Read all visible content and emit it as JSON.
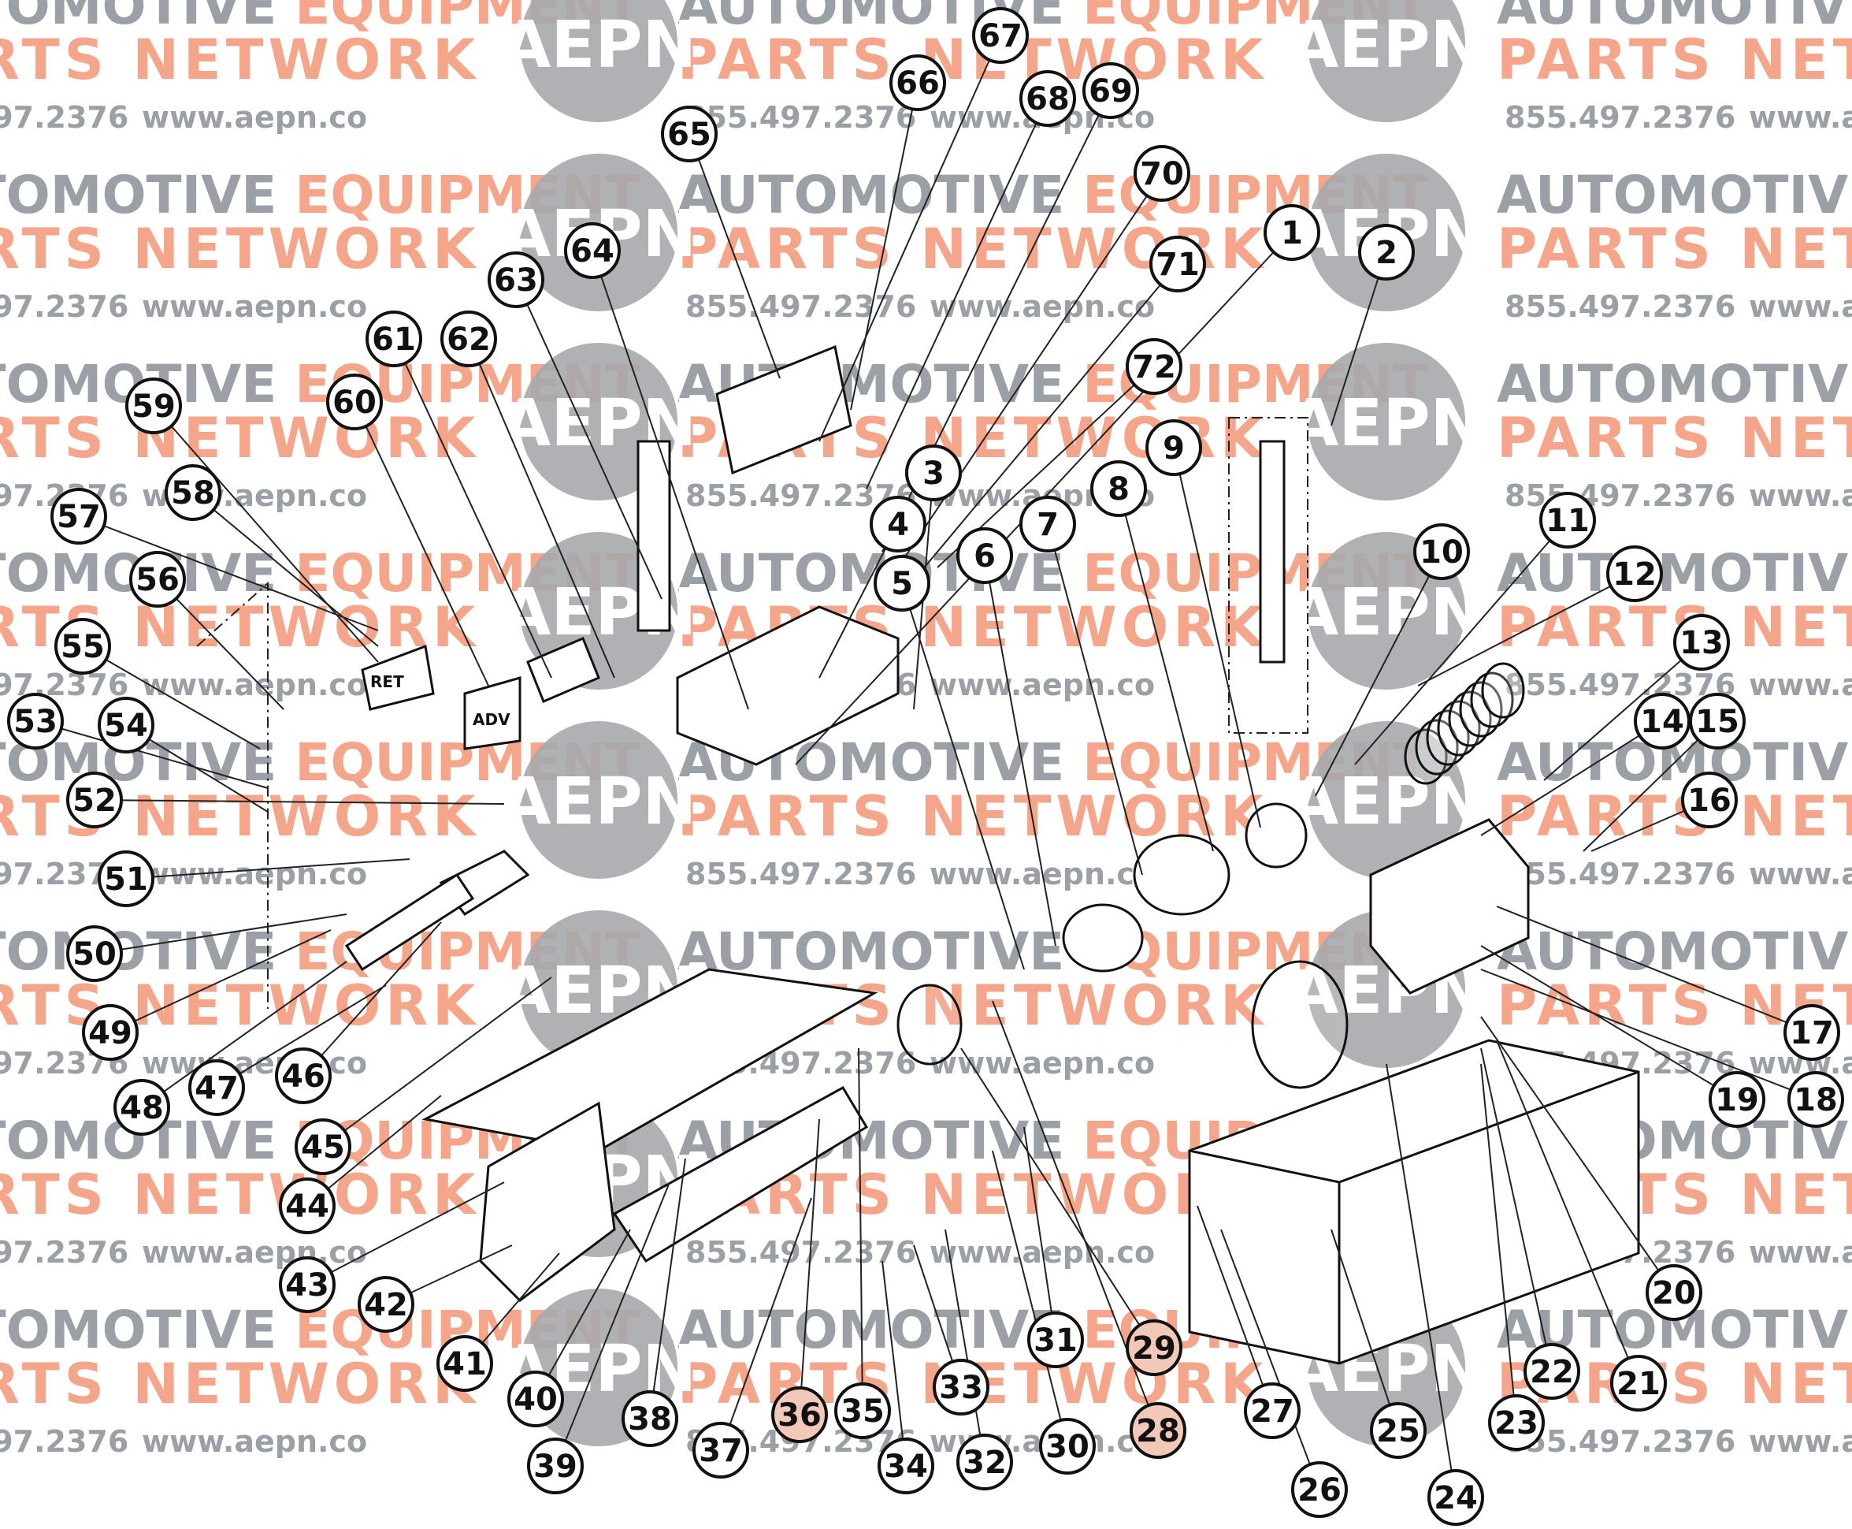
{
  "watermark": {
    "line1": "AUTOMOTIVE EQUIPMENT",
    "line2": "PARTS NETWORK",
    "logo_text": "AEPN",
    "phone": "855.497.2376",
    "website": "www.aepn.co",
    "colors": {
      "gray": "#9aa0a6",
      "salmon": "#f4a58a",
      "logo_fill": "#a7a9ac"
    }
  },
  "callouts": [
    {
      "id": "1",
      "label": "1"
    },
    {
      "id": "2",
      "label": "2"
    },
    {
      "id": "3",
      "label": "3"
    },
    {
      "id": "4",
      "label": "4"
    },
    {
      "id": "5",
      "label": "5"
    },
    {
      "id": "6",
      "label": "6"
    },
    {
      "id": "7",
      "label": "7"
    },
    {
      "id": "8",
      "label": "8"
    },
    {
      "id": "9",
      "label": "9"
    },
    {
      "id": "10",
      "label": "10"
    },
    {
      "id": "11",
      "label": "11"
    },
    {
      "id": "12",
      "label": "12"
    },
    {
      "id": "13",
      "label": "13"
    },
    {
      "id": "14",
      "label": "14"
    },
    {
      "id": "15",
      "label": "15"
    },
    {
      "id": "16",
      "label": "16"
    },
    {
      "id": "17",
      "label": "17"
    },
    {
      "id": "18",
      "label": "18"
    },
    {
      "id": "19",
      "label": "19"
    },
    {
      "id": "20",
      "label": "20"
    },
    {
      "id": "21",
      "label": "21"
    },
    {
      "id": "22",
      "label": "22"
    },
    {
      "id": "23",
      "label": "23"
    },
    {
      "id": "24",
      "label": "24"
    },
    {
      "id": "25",
      "label": "25"
    },
    {
      "id": "26",
      "label": "26"
    },
    {
      "id": "27",
      "label": "27"
    },
    {
      "id": "28",
      "label": "28"
    },
    {
      "id": "29",
      "label": "29"
    },
    {
      "id": "30",
      "label": "30"
    },
    {
      "id": "31",
      "label": "31"
    },
    {
      "id": "32",
      "label": "32"
    },
    {
      "id": "33",
      "label": "33"
    },
    {
      "id": "34",
      "label": "34"
    },
    {
      "id": "35",
      "label": "35"
    },
    {
      "id": "36",
      "label": "36"
    },
    {
      "id": "37",
      "label": "37"
    },
    {
      "id": "38",
      "label": "38"
    },
    {
      "id": "39",
      "label": "39"
    },
    {
      "id": "40",
      "label": "40"
    },
    {
      "id": "41",
      "label": "41"
    },
    {
      "id": "42",
      "label": "42"
    },
    {
      "id": "43",
      "label": "43"
    },
    {
      "id": "44",
      "label": "44"
    },
    {
      "id": "45",
      "label": "45"
    },
    {
      "id": "46",
      "label": "46"
    },
    {
      "id": "47",
      "label": "47"
    },
    {
      "id": "48",
      "label": "48"
    },
    {
      "id": "49",
      "label": "49"
    },
    {
      "id": "50",
      "label": "50"
    },
    {
      "id": "51",
      "label": "51"
    },
    {
      "id": "52",
      "label": "52"
    },
    {
      "id": "53",
      "label": "53"
    },
    {
      "id": "54",
      "label": "54"
    },
    {
      "id": "55",
      "label": "55"
    },
    {
      "id": "56",
      "label": "56"
    },
    {
      "id": "57",
      "label": "57"
    },
    {
      "id": "58",
      "label": "58"
    },
    {
      "id": "59",
      "label": "59"
    },
    {
      "id": "60",
      "label": "60"
    },
    {
      "id": "61",
      "label": "61"
    },
    {
      "id": "62",
      "label": "62"
    },
    {
      "id": "63",
      "label": "63"
    },
    {
      "id": "64",
      "label": "64"
    },
    {
      "id": "65",
      "label": "65"
    },
    {
      "id": "66",
      "label": "66"
    },
    {
      "id": "67",
      "label": "67"
    },
    {
      "id": "68",
      "label": "68"
    },
    {
      "id": "69",
      "label": "69"
    },
    {
      "id": "70",
      "label": "70"
    },
    {
      "id": "71",
      "label": "71"
    },
    {
      "id": "72",
      "label": "72"
    }
  ],
  "valve_labels": {
    "ret": "RET",
    "adv": "ADV"
  }
}
